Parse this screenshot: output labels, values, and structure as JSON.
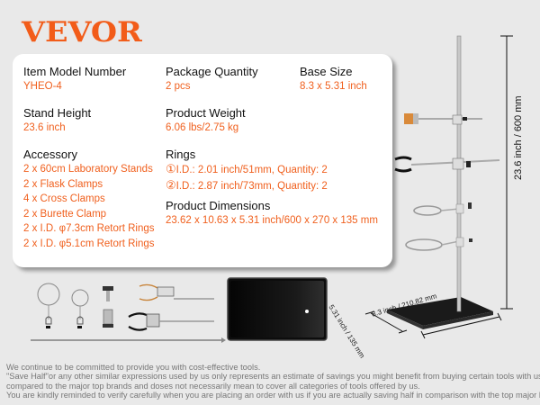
{
  "brand": {
    "logo": "VEVOR",
    "color": "#f25c19"
  },
  "specs": {
    "item_model_number": {
      "label": "Item Model Number",
      "value": "YHEO-4"
    },
    "package_quantity": {
      "label": "Package Quantity",
      "value": "2 pcs"
    },
    "base_size": {
      "label": "Base Size",
      "value": "8.3 x 5.31 inch"
    },
    "stand_height": {
      "label": "Stand Height",
      "value": "23.6 inch"
    },
    "product_weight": {
      "label": "Product Weight",
      "value": "6.06 lbs/2.75 kg"
    },
    "accessory": {
      "label": "Accessory",
      "items": [
        "2 x 60cm Laboratory Stands",
        "2 x Flask Clamps",
        "4 x Cross Clamps",
        "2 x Burette Clamp",
        "2 x I.D. φ7.3cm Retort Rings",
        "2 x I.D. φ5.1cm Retort Rings"
      ]
    },
    "rings": {
      "label": "Rings",
      "items": [
        {
          "marker": "①",
          "text": "I.D.: 2.01 inch/51mm, Quantity: 2"
        },
        {
          "marker": "②",
          "text": "I.D.: 2.87 inch/73mm, Quantity: 2"
        }
      ]
    },
    "product_dimensions": {
      "label": "Product Dimensions",
      "value": "23.62 x 10.63 x 5.31 inch/600 x 270 x 135 mm"
    }
  },
  "diagram": {
    "height_label": "23.6 inch / 600 mm",
    "base_length_label": "8.3 inch / 210.82 mm",
    "base_width_label": "5.31 inch / 135 mm"
  },
  "disclaimer": [
    "We continue to be committed to provide you with cost-effective tools.",
    "\"Save Half\"or any other similar expressions used by us only represents an estimate of savings you might benefit from buying certain tools with us",
    "compared to the major top brands and doses not necessarily mean to cover all categories of tools offered by us.",
    "You are kindly reminded to verify carefully when you are placing an order with us if you are actually saving half in comparison with the top major brands."
  ]
}
